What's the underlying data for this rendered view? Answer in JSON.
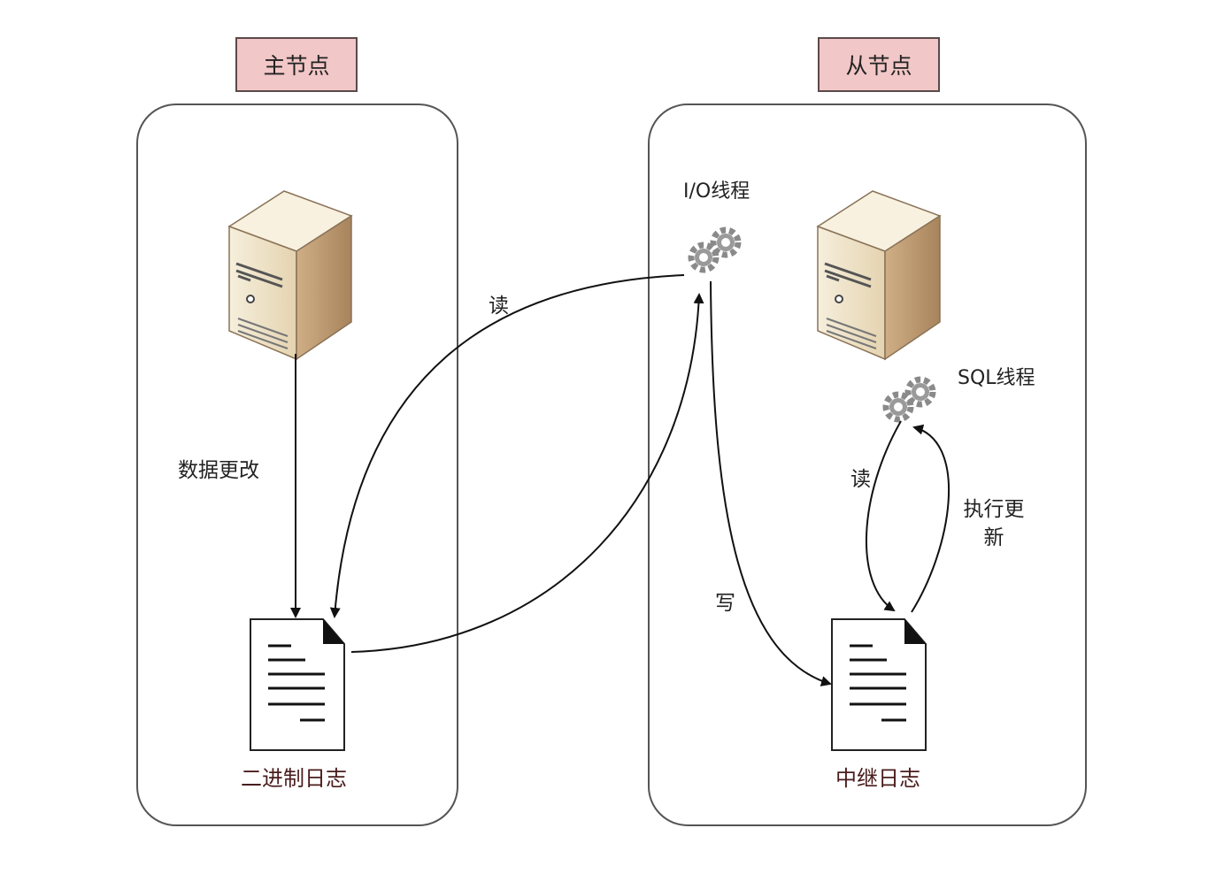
{
  "master": {
    "title": "主节点",
    "data_change_label": "数据更改",
    "binlog_label": "二进制日志"
  },
  "slave": {
    "title": "从节点",
    "io_thread_label": "I/O线程",
    "sql_thread_label": "SQL线程",
    "relay_log_label": "中继日志",
    "write_label": "写",
    "read_label": "读",
    "execute_label": "执行更新"
  },
  "cross_read_label": "读",
  "colors": {
    "title_fill": "#f2c7c7",
    "frame": "#555555",
    "arrow": "#111111",
    "server_front": "#efe3c8",
    "gear": "#8a8a8a"
  }
}
